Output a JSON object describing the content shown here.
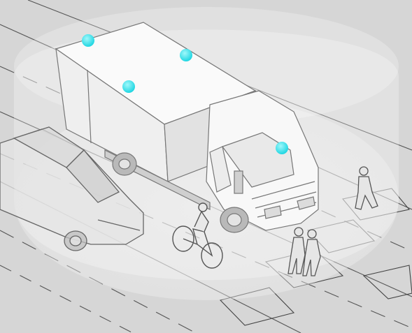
{
  "scene": {
    "subjects": [
      "truck",
      "car",
      "cyclist",
      "pedestrian-pair",
      "pedestrian"
    ],
    "sensor_count": 4,
    "sensor_color": "#27e0ea",
    "detection_zone_color": "#f2f2f2",
    "background_color": "#d6d6d6",
    "line_color": "#3c3c3c"
  }
}
